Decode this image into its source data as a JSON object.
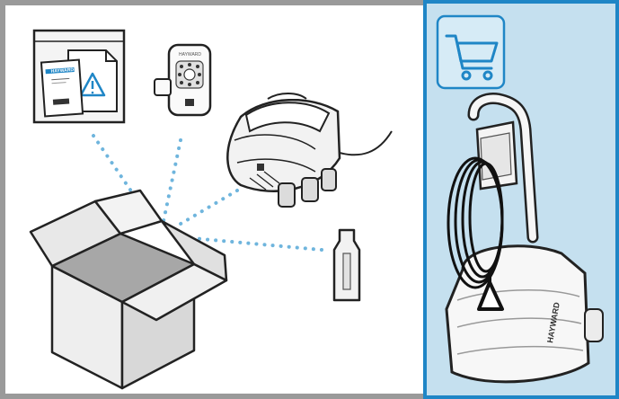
{
  "manual_cover": {
    "brand_text": "HAYWARD"
  },
  "control_box": {
    "brand_text": "HAYWARD"
  },
  "caddy_robot": {
    "brand_text": "HAYWARD"
  },
  "colors": {
    "left_border": "#9a9a9a",
    "right_background": "#c5e0ef",
    "right_border": "#1f86c6",
    "dotted_lines": "#6fb5dd",
    "cart_icon_stroke": "#1f86c6",
    "outline": "#222222"
  }
}
